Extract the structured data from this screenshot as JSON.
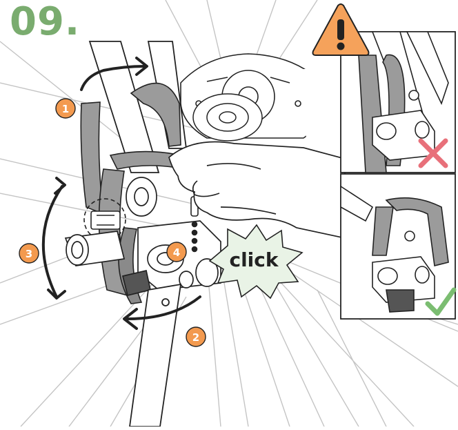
{
  "step_number": "09.",
  "callouts": {
    "one": "1",
    "two": "2",
    "three": "3",
    "four": "4"
  },
  "click_text": "click",
  "icons": {
    "warning": "warning-triangle-icon",
    "incorrect": "red-cross-icon",
    "correct": "green-check-icon"
  },
  "colors": {
    "title_green": "#7aac6f",
    "callout_orange": "#f39a4f",
    "warning_orange": "#f5a25b",
    "strap_gray": "#9b9b9b",
    "cross_red": "#e8707a",
    "check_green": "#7bbd71",
    "line": "#222222",
    "spoke": "#c4c4c4"
  }
}
